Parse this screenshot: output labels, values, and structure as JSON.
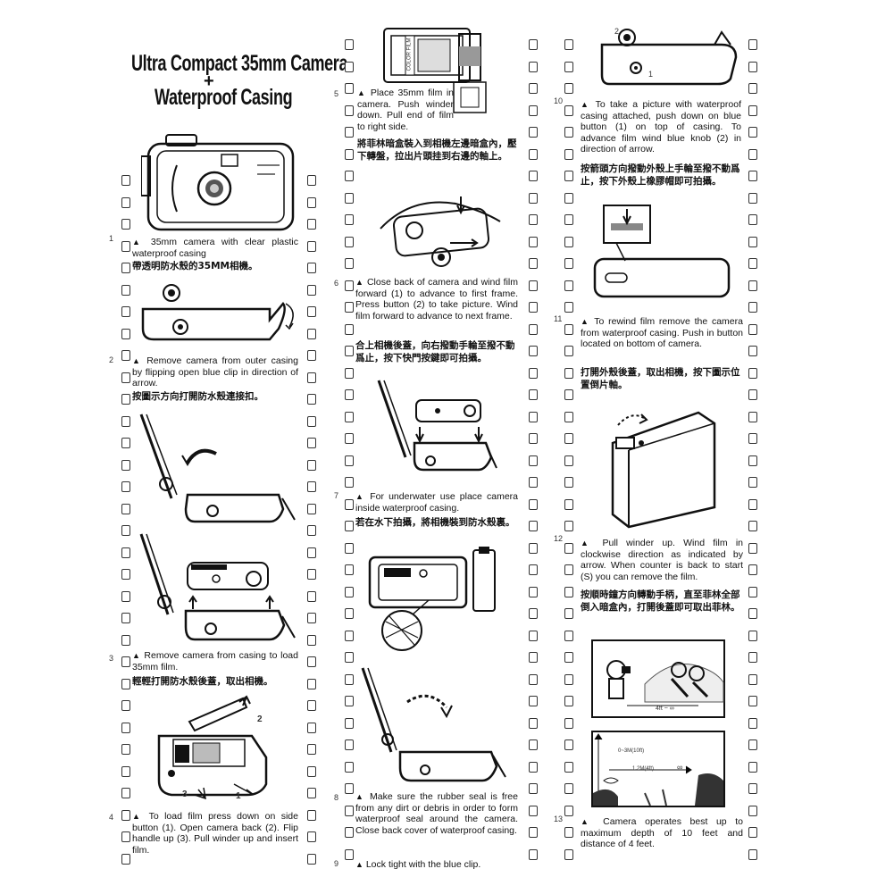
{
  "title": {
    "line1": "Ultra Compact 35mm Camera",
    "plus": "+",
    "line2": "Waterproof Casing"
  },
  "columns": [
    {
      "steps": [
        {
          "en": "35mm camera with clear plastic waterproof casing",
          "zh": "帶透明防水殼的35MM相機。"
        },
        {
          "en": "Remove camera from outer casing by flipping open blue clip in direction of arrow.",
          "zh": "按圖示方向打開防水殼連接扣。"
        },
        {
          "en": "Remove camera from casing to load 35mm film.",
          "zh": "輕輕打開防水殼後蓋，取出相機。"
        },
        {
          "en": "To load film press down on side button (1). Open camera back (2). Flip handle up (3). Pull winder up and insert film.",
          "zh": ""
        }
      ]
    },
    {
      "steps": [
        {
          "en": "Place 35mm film in camera. Push winder down. Pull end of film to right side.",
          "zh": "將菲林暗盒裝入到相機左邊暗盒內，壓下轉盤，拉出片頭挂到右邊的軸上。"
        },
        {
          "en": "Close back of camera and wind film forward (1) to advance to first frame. Press button (2) to take picture. Wind film forward to advance to next frame.",
          "zh": "合上相機後蓋，向右撥動手輪至撥不動爲止，按下快門按鍵即可拍攝。"
        },
        {
          "en": "For underwater use place camera inside waterproof casing.",
          "zh": "若在水下拍攝，將相機裝到防水殼裏。"
        },
        {
          "en": "Make sure the rubber seal is free from any dirt or debris in order to form waterproof seal around the camera. Close back cover of waterproof casing.",
          "zh": ""
        },
        {
          "en": "Lock tight with the blue clip.",
          "zh": ""
        }
      ]
    },
    {
      "steps": [
        {
          "en": "To take a picture with waterproof casing attached, push down on blue button (1) on top of casing. To advance film wind blue knob (2) in direction of arrow.",
          "zh": "按箭頭方向撥動外殼上手輪至撥不動爲止，按下外殼上橡膠帽即可拍攝。"
        },
        {
          "en": "To rewind film remove the camera from waterproof casing. Push in button located on bottom of camera.",
          "zh": "打開外殼後蓋，取出相機，按下圖示位置倒片軸。"
        },
        {
          "en": "Pull winder up. Wind film in clockwise direction as indicated by arrow. When counter is back to start (S) you can remove the film.",
          "zh": "按順時鐘方向轉動手柄，直至菲林全部倒入暗盒內，打開後蓋即可取出菲林。"
        },
        {
          "en": "Camera operates best up to maximum depth of 10 feet and distance of 4 feet.",
          "zh": ""
        }
      ]
    }
  ],
  "figure_labels": {
    "film_label": "COLOR FILM",
    "depth_label": "0~3M(10ft)",
    "depth_label2": "1.2M(4ft)",
    "distance_label": "4ft ~ ∞",
    "mark_1": "1",
    "mark_2": "2",
    "mark_3": "3",
    "inf": "∞"
  },
  "frame_numbers": [
    "1",
    "2",
    "3",
    "4",
    "5",
    "6",
    "7",
    "8",
    "9",
    "10",
    "11",
    "12",
    "13"
  ],
  "bullet": "▲"
}
